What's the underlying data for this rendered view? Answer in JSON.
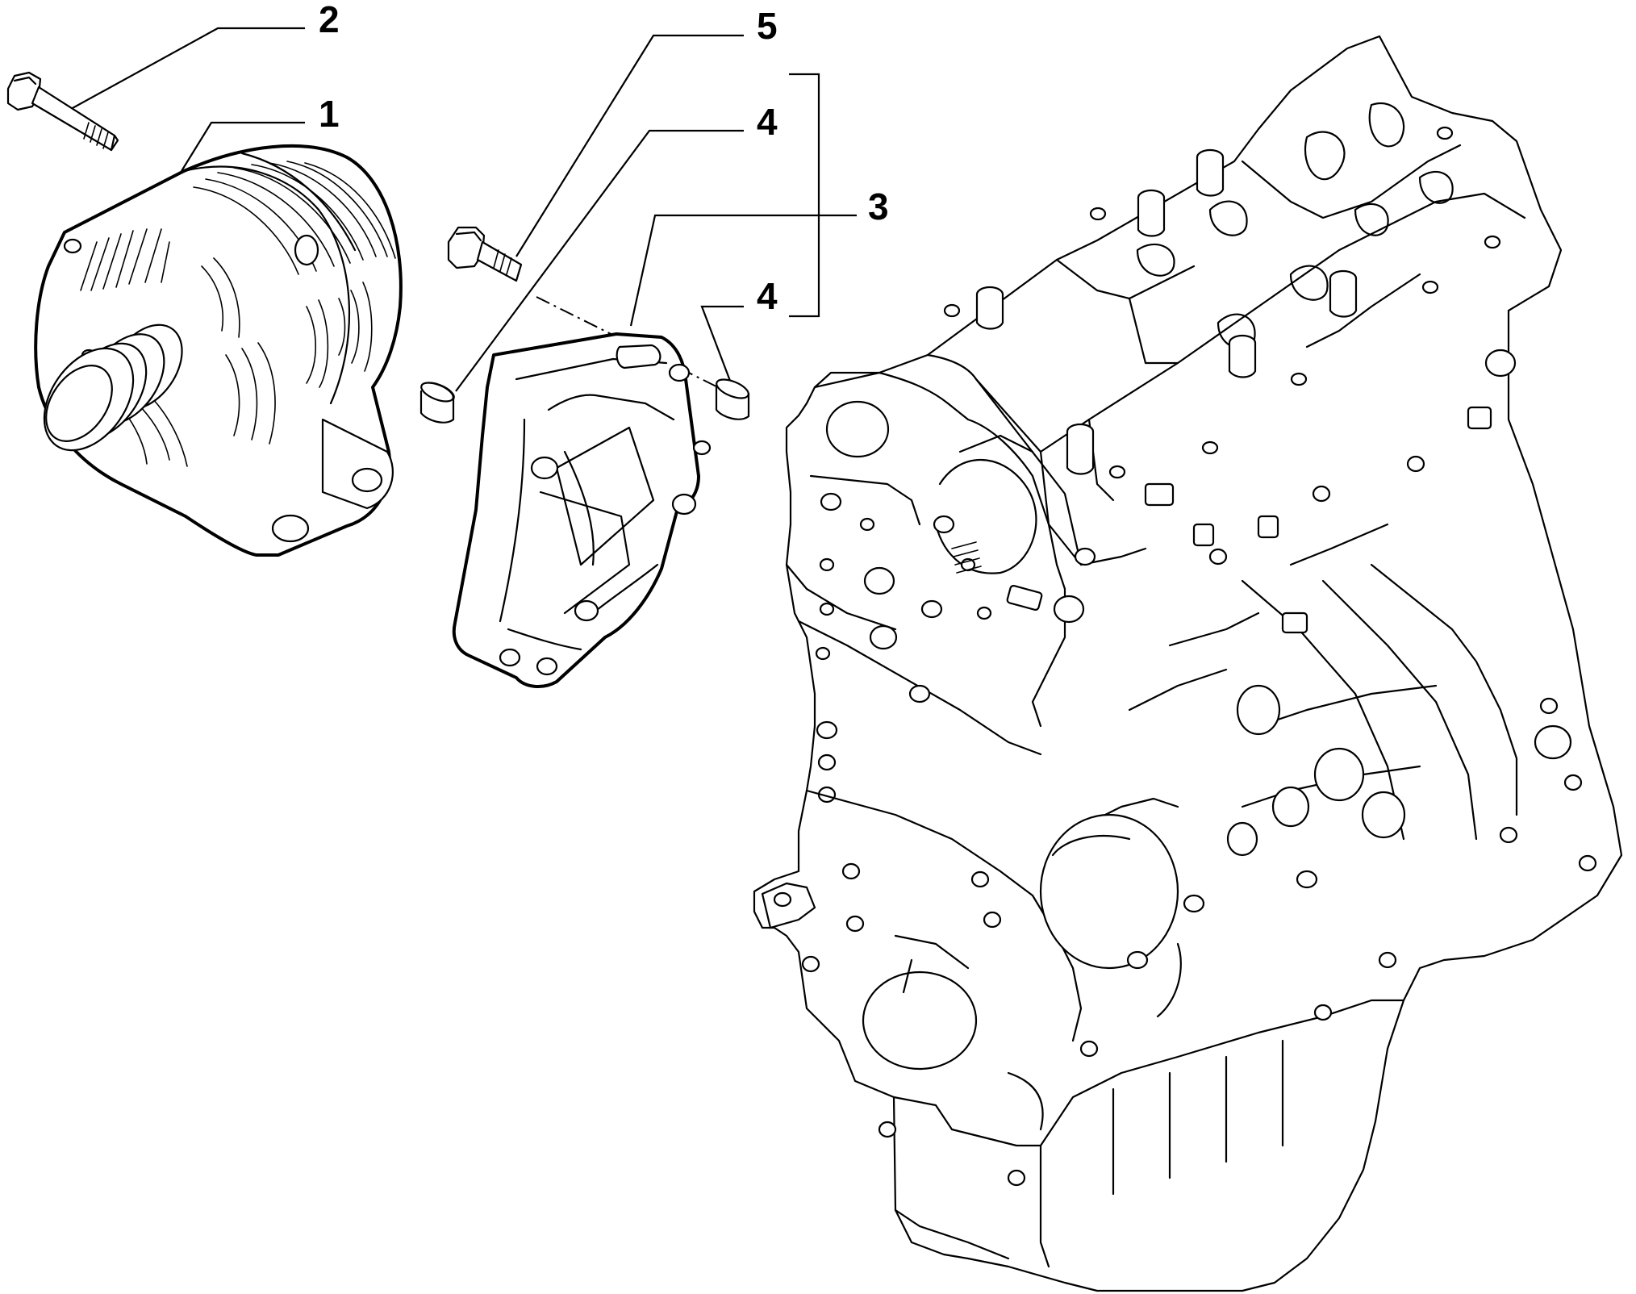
{
  "callouts": [
    {
      "id": "1",
      "label": "1"
    },
    {
      "id": "2",
      "label": "2"
    },
    {
      "id": "3",
      "label": "3"
    },
    {
      "id": "4a",
      "label": "4"
    },
    {
      "id": "4b",
      "label": "4"
    },
    {
      "id": "5",
      "label": "5"
    }
  ],
  "parts": {
    "alternator": "alternator-icon",
    "alternator_bolt": "bolt-icon",
    "bracket": "bracket-icon",
    "dowel": "dowel-icon",
    "bracket_bolt": "bolt-icon",
    "engine": "engine-block-icon"
  }
}
